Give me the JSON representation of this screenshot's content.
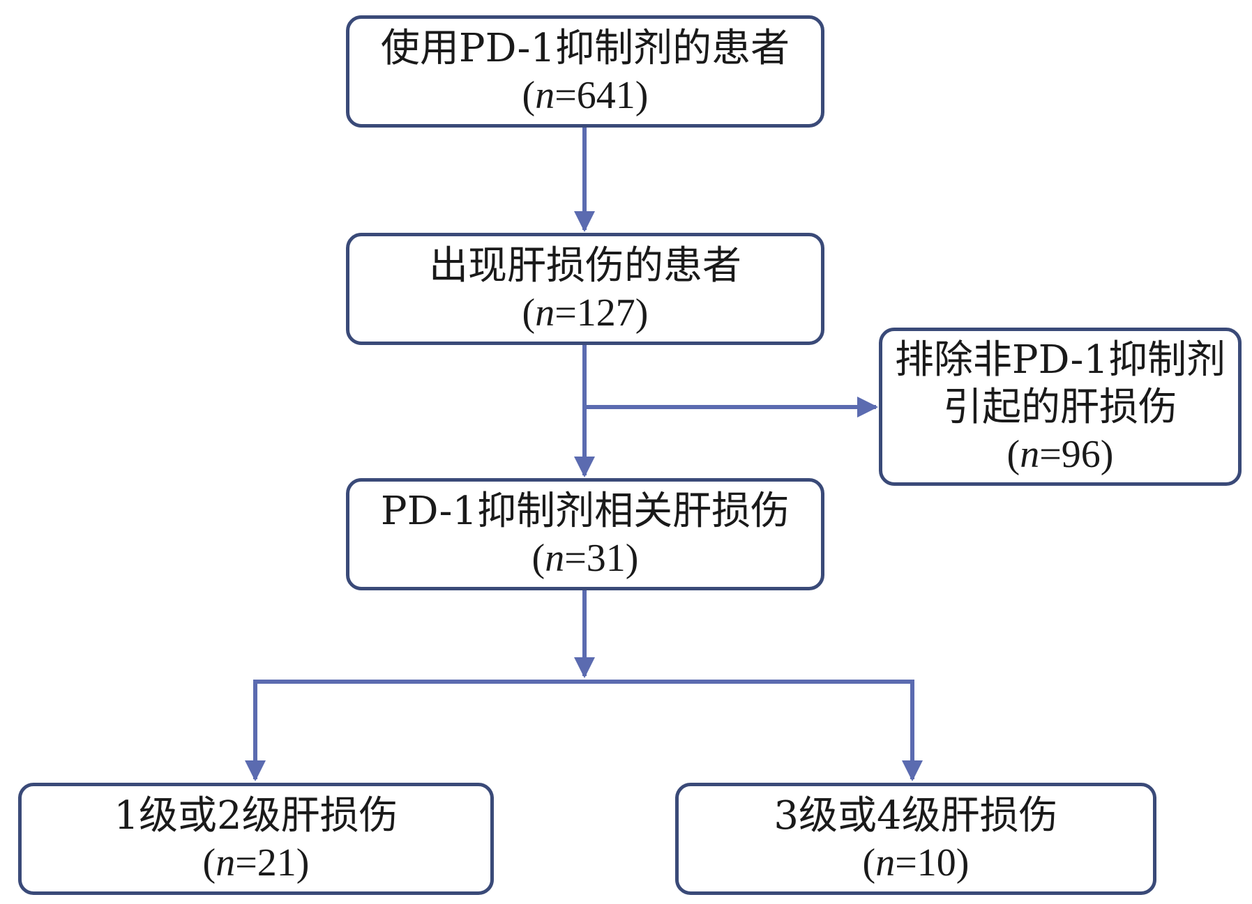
{
  "colors": {
    "box_border": "#3a4a78",
    "arrow": "#5b6bb0"
  },
  "count_prefix": "(",
  "count_var": "n",
  "count_eq": "=",
  "count_suffix": ")",
  "boxes": {
    "total": {
      "label": "使用PD-1抑制剂的患者",
      "n": "641"
    },
    "liver_injury": {
      "label": "出现肝损伤的患者",
      "n": "127"
    },
    "excluded": {
      "label_line1": "排除非PD-1抑制剂",
      "label_line2": "引起的肝损伤",
      "n": "96"
    },
    "pd1_related": {
      "label": "PD-1抑制剂相关肝损伤",
      "n": "31"
    },
    "grade_1_2": {
      "label": "1级或2级肝损伤",
      "n": "21"
    },
    "grade_3_4": {
      "label": "3级或4级肝损伤",
      "n": "10"
    }
  }
}
